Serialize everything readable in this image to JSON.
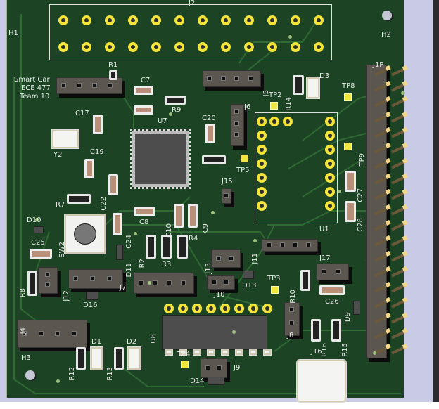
{
  "viewer": {
    "background": "#c9cbe6",
    "board_color": "#1c4424",
    "copper_pad_color": "#f3e43a"
  },
  "silkscreen_text": [
    "Smart Car",
    "ECE 477",
    "Team 10"
  ],
  "designators": {
    "H1": "H1",
    "H2": "H2",
    "H3": "H3",
    "J2": "J2",
    "R1": "R1",
    "C7": "C7",
    "R9": "R9",
    "J5": "J5",
    "R14": "R14",
    "D3": "D3",
    "TP2": "TP2",
    "TP8": "TP8",
    "J1P": "J1P",
    "C17": "C17",
    "U7": "U7",
    "J6": "J6",
    "C20": "C20",
    "Y2": "Y2",
    "C19": "C19",
    "TP5": "TP5",
    "TP9": "TP9",
    "C22": "C22",
    "J15": "J15",
    "C27": "C27",
    "R7": "R7",
    "C28": "C28",
    "U1": "U1",
    "D10": "D10",
    "SW2": "SW2",
    "C24": "C24",
    "C8": "C8",
    "C10": "C10",
    "C9": "C9",
    "C25": "C25",
    "D11": "D11",
    "R2": "R2",
    "R4": "R4",
    "R3": "R3",
    "J11": "J11",
    "J13": "J13",
    "J17": "J17",
    "R8": "R8",
    "J12": "J12",
    "J7": "J7",
    "D16": "D16",
    "J10": "J10",
    "D13": "D13",
    "TP3": "TP3",
    "R10": "R10",
    "C26": "C26",
    "D9": "D9",
    "U8": "U8",
    "J8": "J8",
    "R16": "R16",
    "R15": "R15",
    "J4": "J4",
    "R12": "R12",
    "D1": "D1",
    "R13": "R13",
    "D2": "D2",
    "TP4": "TP4",
    "J9": "J9",
    "D14": "D14",
    "J16": "J16"
  }
}
